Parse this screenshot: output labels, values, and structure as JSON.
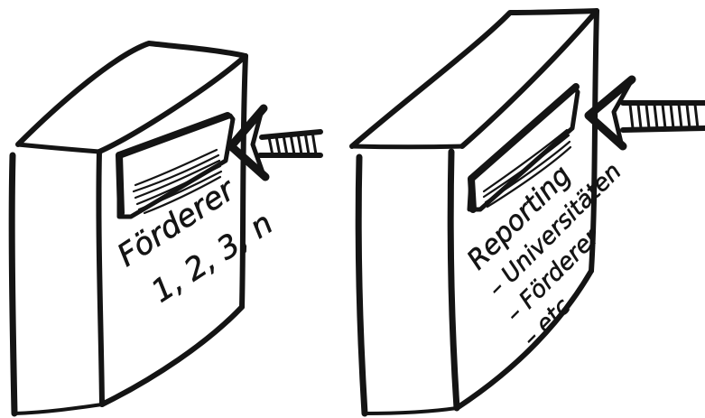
{
  "boxes": [
    {
      "text_lines": [
        "Förderer",
        "1, 2, 3, n"
      ]
    },
    {
      "text_lines": [
        "Reporting",
        "– Universitäten",
        "– Förderer",
        "– etc"
      ]
    }
  ]
}
